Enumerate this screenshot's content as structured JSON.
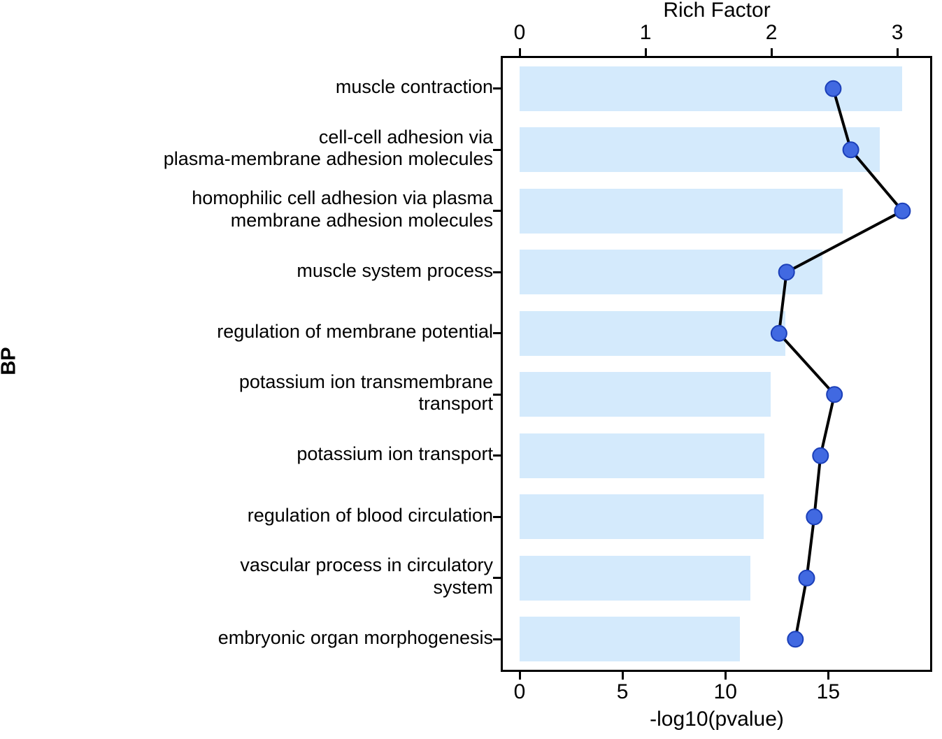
{
  "chart_data": {
    "type": "bar",
    "title": "",
    "xlabel": "-log10(pvalue)",
    "ylabel": "BP",
    "secondary_xlabel": "Rich Factor",
    "grid": false,
    "legend": false,
    "orientation": "horizontal",
    "xlim": [
      0,
      19.95
    ],
    "xticks": [
      0,
      5,
      10,
      15
    ],
    "xticklabels": [
      "0",
      "5",
      "10",
      "15"
    ],
    "secondary_xlim": [
      0,
      3.26
    ],
    "secondary_xticks": [
      0,
      1,
      2,
      3
    ],
    "secondary_xticklabels": [
      "0",
      "1",
      "2",
      "3"
    ],
    "categories": [
      "muscle contraction",
      "cell-cell adhesion via\nplasma-membrane adhesion molecules",
      "homophilic cell adhesion via plasma\nmembrane adhesion molecules",
      "muscle system process",
      "regulation of membrane potential",
      "potassium ion transmembrane\ntransport",
      "potassium ion transport",
      "regulation of blood circulation",
      "vascular process in circulatory\nsystem",
      "embryonic organ morphogenesis"
    ],
    "series": [
      {
        "name": "-log10(pvalue)",
        "type": "bar",
        "color": "#d4eafc",
        "values": [
          18.6,
          17.5,
          15.7,
          14.7,
          12.9,
          12.2,
          11.9,
          11.85,
          11.2,
          10.7
        ]
      },
      {
        "name": "Rich Factor",
        "type": "line",
        "color": "#4169e1",
        "line_color": "#000000",
        "values": [
          2.49,
          2.63,
          3.04,
          2.12,
          2.06,
          2.5,
          2.39,
          2.34,
          2.28,
          2.19
        ]
      }
    ]
  },
  "axes": {
    "top_title": "Rich Factor",
    "bottom_title": "-log10(pvalue)",
    "left_title": "BP"
  },
  "colors": {
    "bar_fill": "#d4eafc",
    "point_fill": "#4169e1",
    "point_stroke": "#1b3fb8",
    "line_stroke": "#000000",
    "frame": "#000000",
    "background": "#ffffff"
  }
}
